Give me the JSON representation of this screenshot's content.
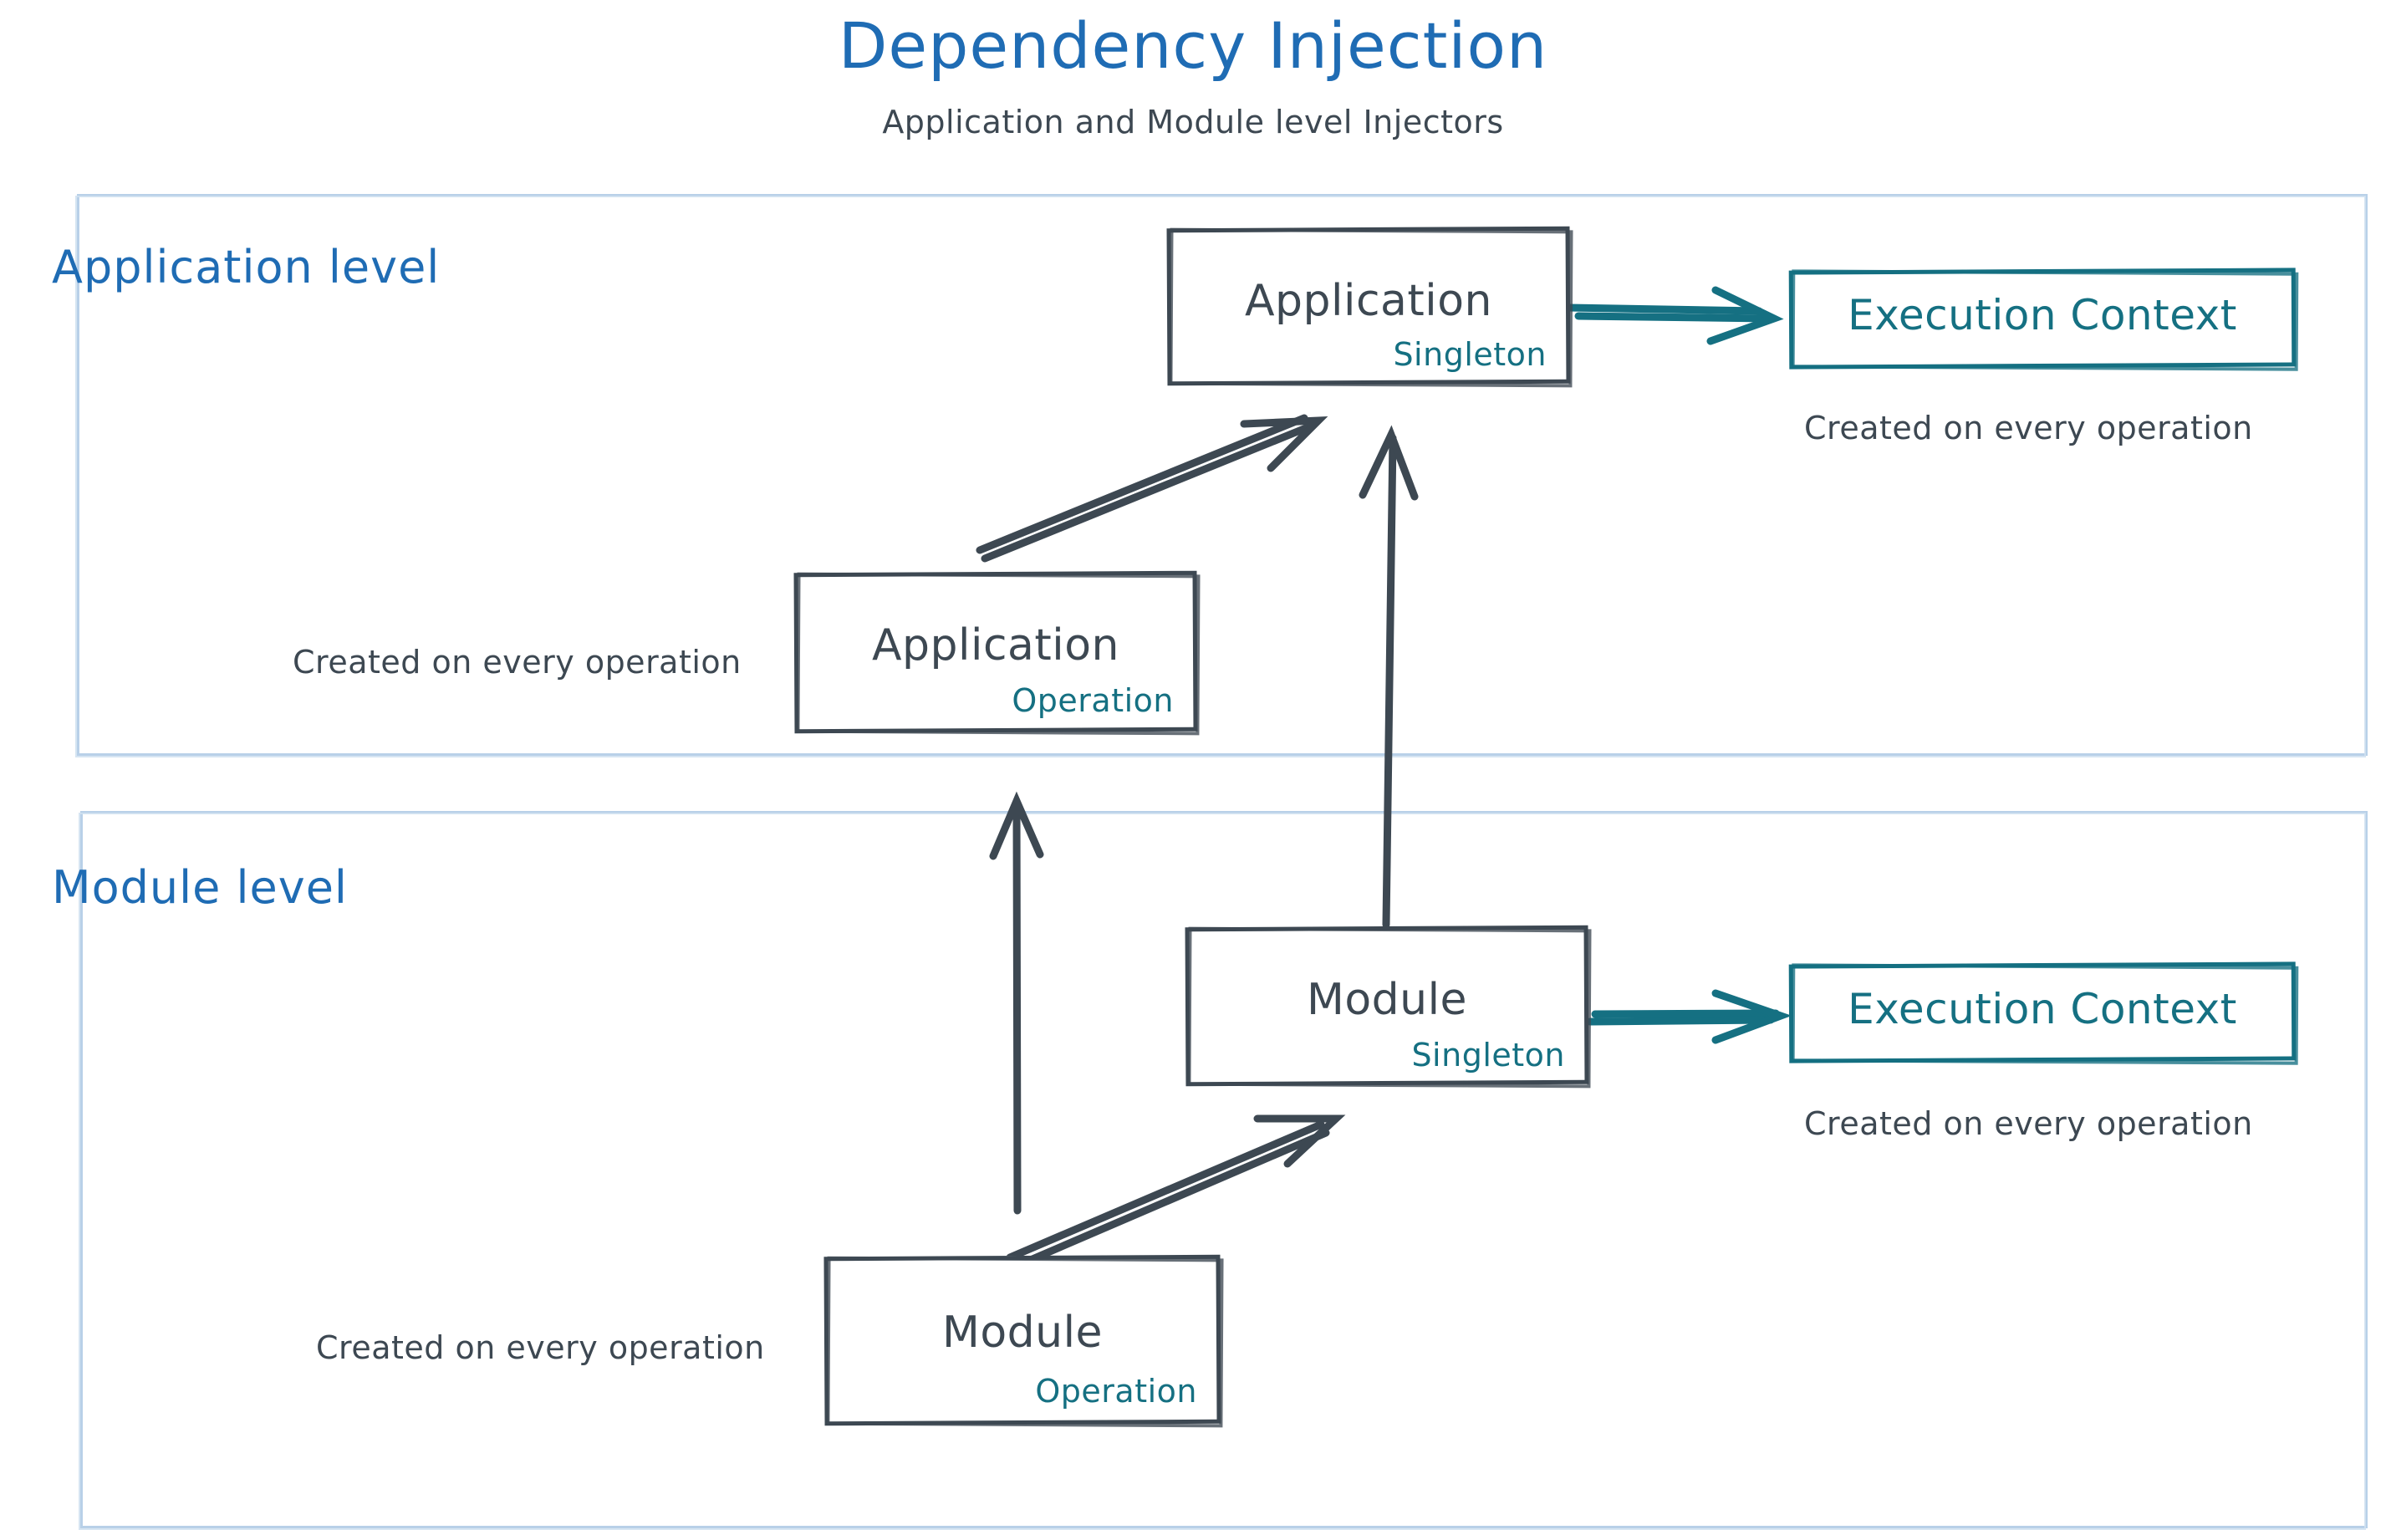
{
  "header": {
    "title": "Dependency Injection",
    "subtitle": "Application and Module level Injectors"
  },
  "colors": {
    "title_blue": "#1f6cb4",
    "container_border": "#b8d0e8",
    "node_stroke": "#3d4852",
    "accent_teal": "#157082",
    "text_dark": "#3d4852",
    "background": "#ffffff"
  },
  "levels": [
    {
      "id": "application-level",
      "label": "Application level",
      "nodes": [
        {
          "id": "app-singleton",
          "title": "Application",
          "scope": "Singleton"
        },
        {
          "id": "app-operation",
          "title": "Application",
          "scope": "Operation"
        },
        {
          "id": "exec-ctx-app",
          "title": "Execution Context",
          "scope": ""
        }
      ],
      "captions": [
        {
          "id": "cap-app-ctx",
          "text": "Created on every operation"
        },
        {
          "id": "cap-app-op",
          "text": "Created on every operation"
        }
      ]
    },
    {
      "id": "module-level",
      "label": "Module level",
      "nodes": [
        {
          "id": "mod-singleton",
          "title": "Module",
          "scope": "Singleton"
        },
        {
          "id": "mod-operation",
          "title": "Module",
          "scope": "Operation"
        },
        {
          "id": "exec-ctx-mod",
          "title": "Execution Context",
          "scope": ""
        }
      ],
      "captions": [
        {
          "id": "cap-mod-ctx",
          "text": "Created on every operation"
        },
        {
          "id": "cap-mod-op",
          "text": "Created on every operation"
        }
      ]
    }
  ],
  "arrows": [
    {
      "id": "arrow-app-singleton-to-exec-ctx",
      "from": "app-singleton",
      "to": "exec-ctx-app",
      "color": "#157082",
      "style": "solid-arrow"
    },
    {
      "id": "arrow-app-operation-to-app-singleton",
      "from": "app-operation",
      "to": "app-singleton",
      "color": "#3d4852",
      "style": "double-line-arrow"
    },
    {
      "id": "arrow-mod-singleton-to-app-singleton",
      "from": "mod-singleton",
      "to": "app-singleton",
      "color": "#3d4852",
      "style": "solid-arrow"
    },
    {
      "id": "arrow-mod-singleton-to-exec-ctx",
      "from": "mod-singleton",
      "to": "exec-ctx-mod",
      "color": "#157082",
      "style": "solid-arrow"
    },
    {
      "id": "arrow-mod-operation-to-mod-singleton",
      "from": "mod-operation",
      "to": "mod-singleton",
      "color": "#3d4852",
      "style": "double-line-arrow"
    },
    {
      "id": "arrow-mod-operation-to-app-level",
      "from": "mod-operation",
      "to": "application-level",
      "color": "#3d4852",
      "style": "solid-arrow"
    }
  ]
}
